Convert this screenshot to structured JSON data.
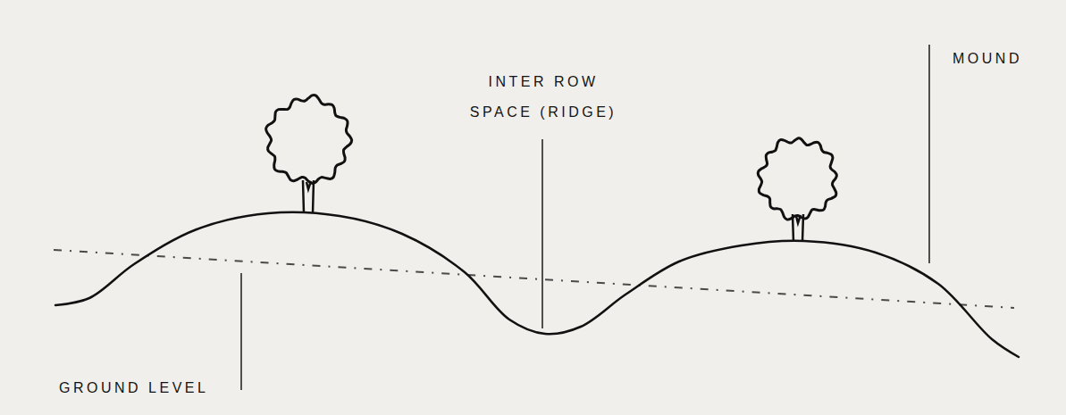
{
  "diagram": {
    "labels": [
      "INTER ROW SPACE (RIDGE)",
      "MOUND",
      "GROUND LEVEL"
    ]
  }
}
